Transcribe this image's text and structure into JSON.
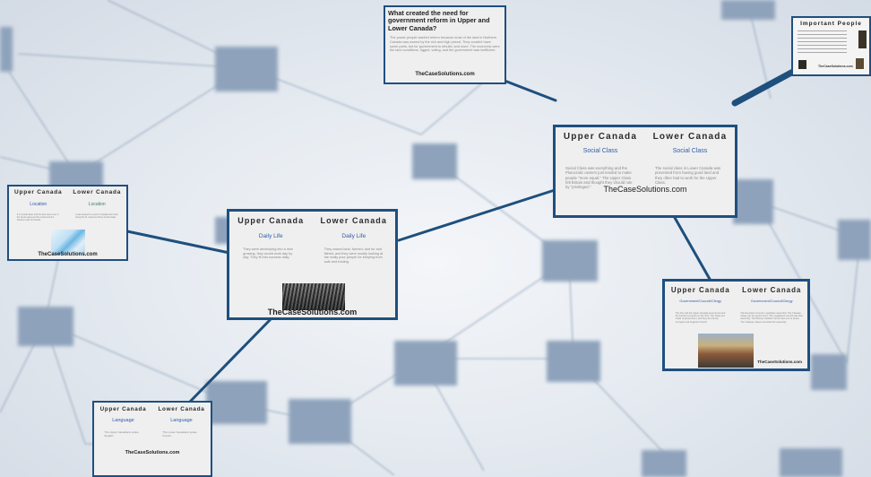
{
  "slides": {
    "government_reform": {
      "title": "What created the need for government reform in Upper and Lower Canada?",
      "body": "The power people wanted reform because most of the land in Northern Canada was owned by the rich and high priced. They couldn't have some parts, but for government to rebuild, and more. The economic were the land conditions, rigged, voting, and the government was inefficient.",
      "brand": "TheCaseSolutions.com"
    },
    "important_people": {
      "title": "Important People",
      "brand": "TheCaseSolutions.com"
    },
    "social_class": {
      "left_heading": "Upper Canada",
      "right_heading": "Lower Canada",
      "left_sub": "Social Class",
      "right_sub": "Social Class",
      "left_body": "Social Class was everything and the Plutocratic owners just tended to make people \"more equal.\" The Upper Class felt Britain and thought they should rule by \"privileged.\"",
      "right_body": "The social class in Lower Canada was prevented from having good land and they often had to work for the Upper Class.",
      "brand": "TheCaseSolutions.com"
    },
    "location": {
      "left_heading": "Upper Canada",
      "right_heading": "Lower Canada",
      "left_sub": "Location",
      "right_sub": "Location",
      "left_body": "It is a south-East, and the land was a river in the Great Lakes and the Lands and the Southern part of Canada.",
      "right_body": "It was located in a east in Canada and it was along the St. Lawrence River and the East.",
      "brand": "TheCaseSolutions.com"
    },
    "daily_life": {
      "left_heading": "Upper Canada",
      "right_heading": "Lower Canada",
      "left_sub": "Daily Life",
      "right_sub": "Daily Life",
      "left_body": "They were developing into a new growing, they would work day by day. They fit into success daily.",
      "right_body": "They owned land, farmed, and for and fished, and they were mostly looking at the really poor people for keeping from sale and trading.",
      "brand": "TheCaseSolutions.com"
    },
    "government": {
      "left_heading": "Upper Canada",
      "right_heading": "Lower Canada",
      "left_sub": "Government/Council/Clergy",
      "right_sub": "Government/Council/Clergy",
      "left_body": "The Tory did the Upper Canada government and the Family Compact ran the Tory. The Tories are made of government, and they are Family Compact and Anglican Church.",
      "right_body": "The Executive Council, Legislative Assembly. The Chateau Clique ran the government. The Legislature council was their assembly. The Roman Catholic church had a lot of power. The Chateau Clique controlled the assembly.",
      "brand": "TheCaseSolutions.com"
    },
    "language": {
      "left_heading": "Upper Canada",
      "right_heading": "Lower Canada",
      "left_sub": "Language",
      "right_sub": "Language",
      "left_body": "The Upper Canadians spoke English.",
      "right_body": "The Lower Canadians spoke French.",
      "brand": "TheCaseSolutions.com"
    }
  },
  "colors": {
    "frame": "#1f4f7f",
    "connector": "#1e4f7d",
    "subheading": "#2f5da8",
    "node": "#8ea3bb"
  }
}
